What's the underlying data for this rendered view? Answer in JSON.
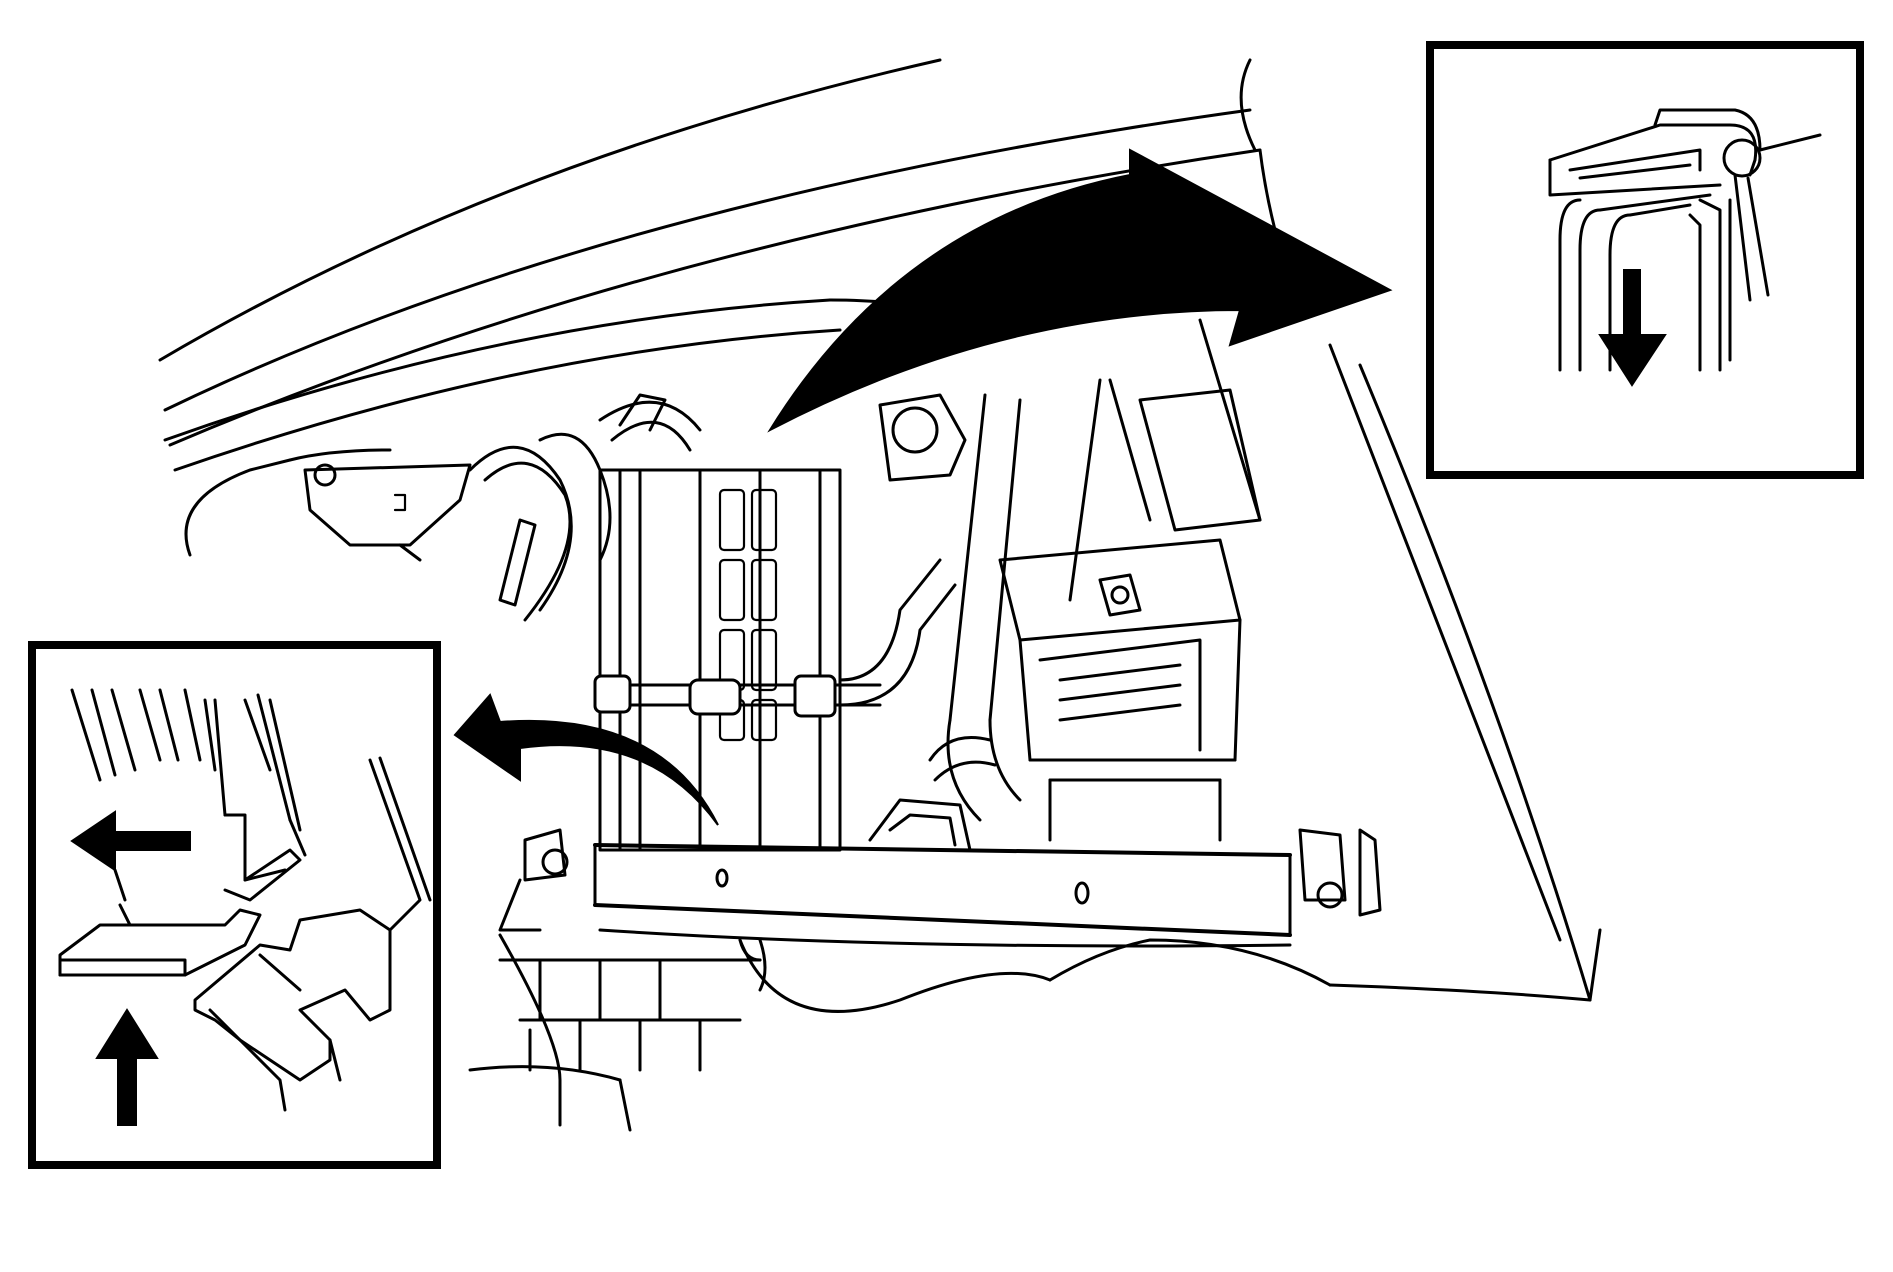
{
  "figure": {
    "kind": "line-art service illustration",
    "colors": {
      "ink": "#000000",
      "background": "#ffffff"
    }
  },
  "insets": [
    {
      "name": "upper-right-detail",
      "arrow_direction": "down"
    },
    {
      "name": "lower-left-detail",
      "arrow_directions": [
        "left",
        "up"
      ]
    }
  ],
  "main_arrows": [
    {
      "name": "large-curved-arrow",
      "direction": "up-right"
    },
    {
      "name": "small-curved-arrow",
      "direction": "left"
    }
  ]
}
